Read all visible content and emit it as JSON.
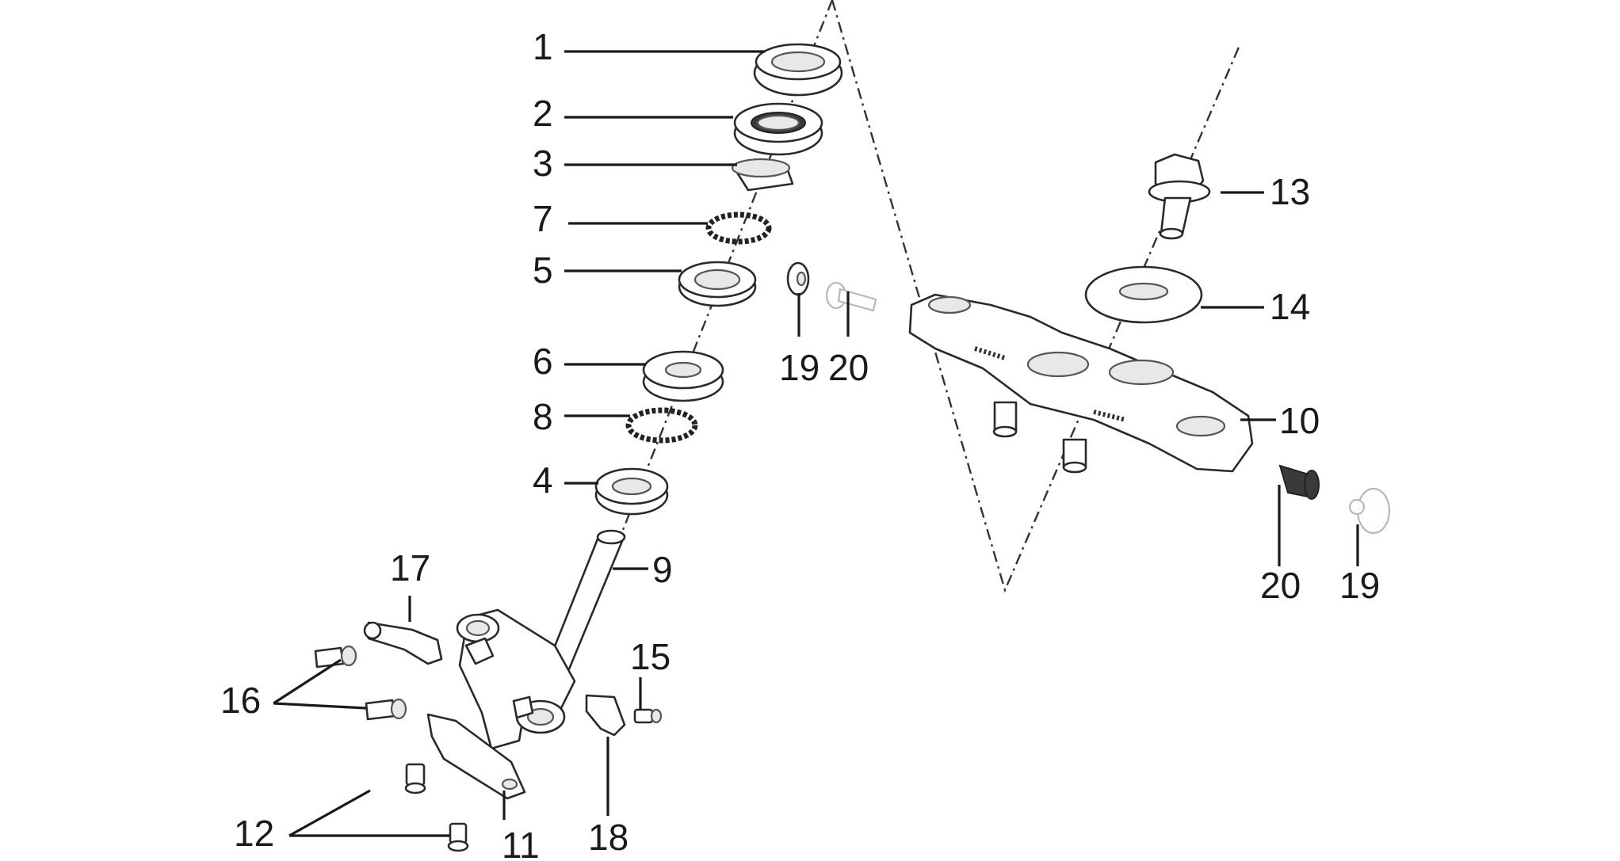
{
  "callouts": {
    "c1": "1",
    "c2": "2",
    "c3": "3",
    "c4": "4",
    "c5": "5",
    "c6": "6",
    "c7": "7",
    "c8": "8",
    "c9": "9",
    "c10": "10",
    "c11": "11",
    "c12": "12",
    "c13": "13",
    "c14": "14",
    "c15": "15",
    "c16": "16",
    "c17": "17",
    "c18": "18",
    "c19a": "19",
    "c20a": "20",
    "c19b": "19",
    "c20b": "20"
  }
}
